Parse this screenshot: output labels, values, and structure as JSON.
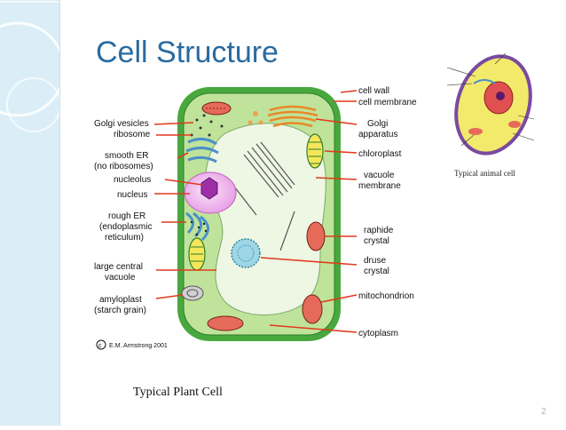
{
  "slide": {
    "title": "Cell Structure",
    "page_number": "2",
    "caption_plant": "Typical Plant Cell",
    "caption_animal": "Typical animal cell",
    "copyright": "E.M. Armstrong 2001"
  },
  "labels_left": {
    "golgi_vesicles": "Golgi vesicles",
    "ribosome": "ribosome",
    "smooth_er_1": "smooth ER",
    "smooth_er_2": "(no ribosomes)",
    "nucleolus": "nucleolus",
    "nucleus": "nucleus",
    "rough_er_1": "rough ER",
    "rough_er_2": "(endoplasmic",
    "rough_er_3": "reticulum)",
    "large_vacuole_1": "large central",
    "large_vacuole_2": "vacuole",
    "amyloplast_1": "amyloplast",
    "amyloplast_2": "(starch grain)"
  },
  "labels_right": {
    "cell_wall": "cell wall",
    "cell_membrane": "cell membrane",
    "golgi_1": "Golgi",
    "golgi_2": "apparatus",
    "chloroplast": "chloroplast",
    "vacuole_membrane_1": "vacuole",
    "vacuole_membrane_2": "membrane",
    "raphide_1": "raphide",
    "raphide_2": "crystal",
    "druse_1": "druse",
    "druse_2": "crystal",
    "mitochondrion": "mitochondrion",
    "cytoplasm": "cytoplasm"
  },
  "colors": {
    "title": "#2a6aa0",
    "arrow": "#e03a1e",
    "cell_wall": "#48a83e",
    "cytoplasm": "#bfe39a",
    "vacuole": "#eef7e4",
    "nucleus": "#e8a0e6",
    "nucleolus": "#9d2fa6",
    "sidebar": "#dbeef7"
  }
}
